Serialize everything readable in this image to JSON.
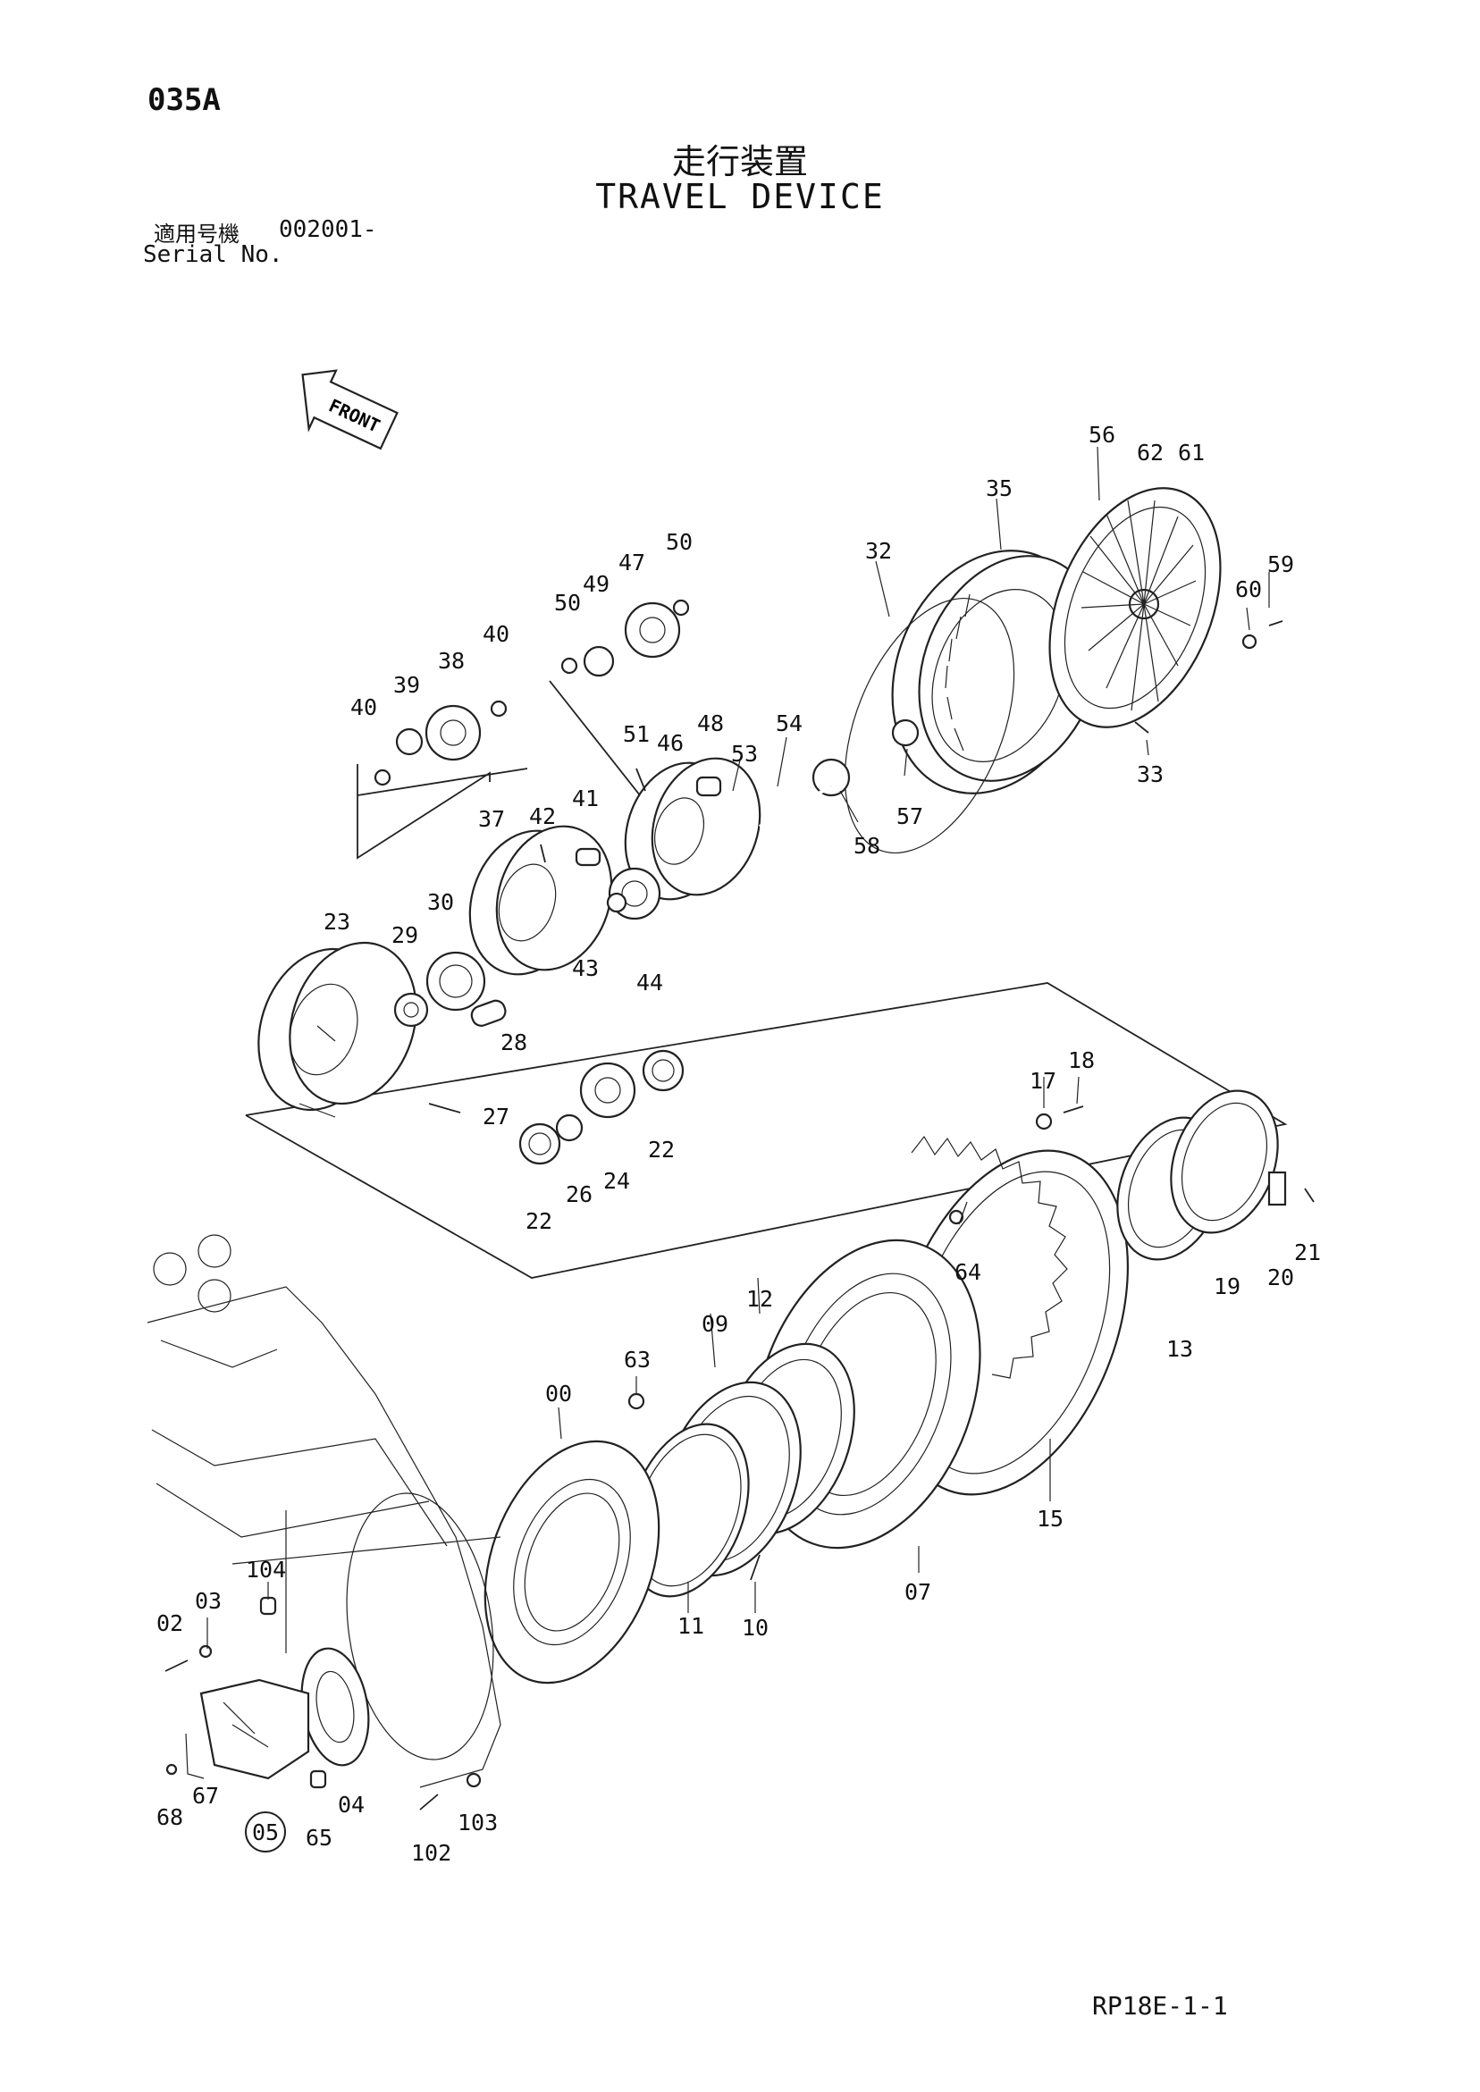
{
  "header": {
    "page_code": "035A",
    "title_jp": "走行装置",
    "title_en": "TRAVEL DEVICE",
    "serial_label_jp": "適用号機",
    "serial_value": "002001-",
    "serial_label_en": "Serial No."
  },
  "front_marker": "FRONT",
  "footer": {
    "figure_code": "RP18E-1-1"
  },
  "callouts": [
    "56",
    "62",
    "61",
    "35",
    "32",
    "50",
    "47",
    "49",
    "50",
    "59",
    "60",
    "40",
    "38",
    "39",
    "40",
    "51",
    "46",
    "48",
    "53",
    "54",
    "33",
    "57",
    "58",
    "42",
    "41",
    "37",
    "30",
    "29",
    "23",
    "43",
    "44",
    "28",
    "27",
    "22",
    "26",
    "24",
    "22",
    "18",
    "17",
    "21",
    "20",
    "19",
    "13",
    "64",
    "12",
    "09",
    "63",
    "00",
    "15",
    "07",
    "11",
    "10",
    "104",
    "03",
    "02",
    "04",
    "67",
    "68",
    "05",
    "65",
    "103",
    "102"
  ],
  "circled_callout": "05",
  "colors": {
    "ink": "#111111",
    "background": "#ffffff"
  }
}
